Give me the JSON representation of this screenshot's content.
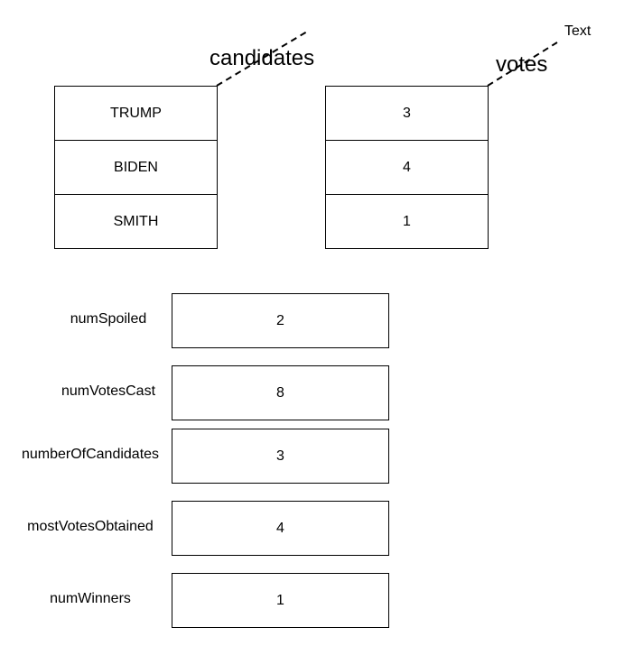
{
  "arrays": {
    "candidates": {
      "title": "candidates",
      "items": [
        "TRUMP",
        "BIDEN",
        "SMITH"
      ]
    },
    "votes": {
      "title": "votes",
      "items": [
        "3",
        "4",
        "1"
      ]
    }
  },
  "free_text": "Text",
  "variables": [
    {
      "name": "numSpoiled",
      "value": "2"
    },
    {
      "name": "numVotesCast",
      "value": "8"
    },
    {
      "name": "numberOfCandidates",
      "value": "3"
    },
    {
      "name": "mostVotesObtained",
      "value": "4"
    },
    {
      "name": "numWinners",
      "value": "1"
    }
  ]
}
